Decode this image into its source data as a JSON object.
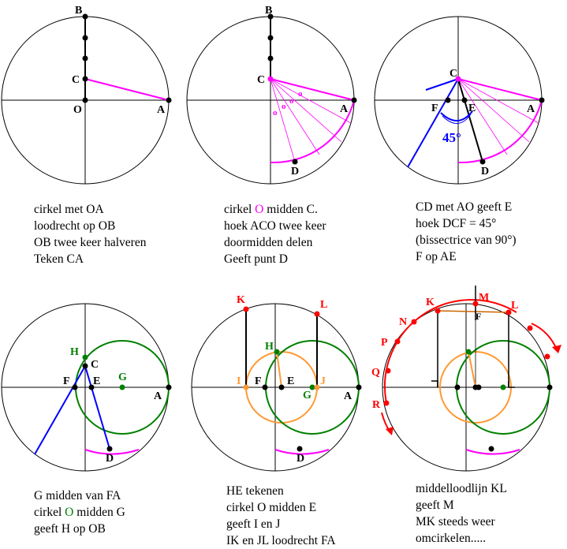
{
  "captions": [
    {
      "lines": [
        [
          "cirkel met OA"
        ],
        [
          "loodrecht op OB"
        ],
        [
          "OB twee keer halveren"
        ],
        [
          "Teken CA"
        ]
      ]
    },
    {
      "lines": [
        [
          "cirkel ",
          {
            "t": "O",
            "c": "pink"
          },
          " midden C."
        ],
        [
          "hoek ACO twee keer"
        ],
        [
          "doormidden delen"
        ],
        [
          "Geeft punt D"
        ]
      ]
    },
    {
      "lines": [
        [
          "CD met AO geeft E"
        ],
        [
          "hoek DCF = 45°"
        ],
        [
          "(bissectrice van 90°)"
        ],
        [
          "F op AE"
        ]
      ]
    },
    {
      "lines": [
        [
          "G midden van FA"
        ],
        [
          "cirkel ",
          {
            "t": "O",
            "c": "green"
          },
          " midden G"
        ],
        [
          "geeft H op OB"
        ]
      ]
    },
    {
      "lines": [
        [
          "HE tekenen"
        ],
        [
          "cirkel O midden E"
        ],
        [
          "geeft  I en J"
        ],
        [
          "IK en JL loodrecht FA"
        ]
      ]
    },
    {
      "lines": [
        [
          "middelloodlijn KL"
        ],
        [
          "geeft M"
        ],
        [
          "MK steeds weer"
        ],
        [
          "omcirkelen....."
        ]
      ]
    }
  ],
  "panel1": {
    "labels": {
      "B": "B",
      "C": "C",
      "O": "O",
      "A": "A"
    }
  },
  "panel2": {
    "labels": {
      "B": "B",
      "C": "C",
      "A": "A",
      "D": "D",
      "o": "o"
    }
  },
  "panel3": {
    "labels": {
      "C": "C",
      "F": "F",
      "E": "E",
      "A": "A",
      "D": "D",
      "angle": "45°"
    }
  },
  "panel4": {
    "labels": {
      "H": "H",
      "C": "C",
      "F": "F",
      "E": "E",
      "G": "G",
      "A": "A",
      "D": "D"
    }
  },
  "panel5": {
    "labels": {
      "K": "K",
      "L": "L",
      "H": "H",
      "I": "I",
      "F": "F",
      "E": "E",
      "J": "J",
      "G": "G",
      "A": "A",
      "D": "D"
    }
  },
  "panel6": {
    "labels": {
      "M": "M",
      "K": "K",
      "L": "L",
      "N": "N",
      "F": "F",
      "P": "P",
      "Q": "Q",
      "R": "R"
    }
  },
  "colors": {
    "pink": "#ff00ff",
    "green": "#008000",
    "blue": "#0000ff",
    "orange": "#ff9933",
    "red": "#ff0000",
    "brown": "#cc6600"
  }
}
